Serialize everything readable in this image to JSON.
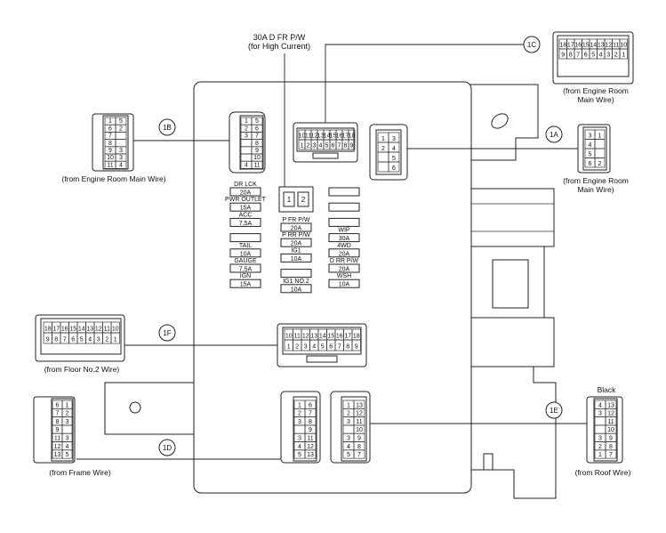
{
  "callouts": {
    "c1A": "1A",
    "c1B": "1B",
    "c1C": "1C",
    "c1D": "1D",
    "c1E": "1E",
    "c1F": "1F"
  },
  "top_label": {
    "line1": "30A D FR P/W",
    "line2": "(for High Current)"
  },
  "captions": {
    "c1A": [
      "(from Engine Room",
      "Main Wire)"
    ],
    "c1B": [
      "(from Engine Room Main Wire)"
    ],
    "c1C": [
      "(from Engine Room",
      "Main Wire)"
    ],
    "c1D": [
      "(from Frame Wire)"
    ],
    "c1E": [
      "(from Roof Wire)"
    ],
    "c1F": [
      "(from Floor No.2 Wire)"
    ],
    "black": "Black"
  },
  "relay": {
    "pins": [
      "1",
      "2"
    ]
  },
  "fuses_left": [
    {
      "name": "DR LCK",
      "amp": "20A"
    },
    {
      "name": "PWR OUTLET",
      "amp": "15A"
    },
    {
      "name": "ACC",
      "amp": "7.5A"
    },
    {
      "name": "",
      "amp": ""
    },
    {
      "name": "TAIL",
      "amp": "10A"
    },
    {
      "name": "GAUGE",
      "amp": "7.5A"
    },
    {
      "name": "IGN",
      "amp": "15A"
    }
  ],
  "fuses_mid": [
    {
      "name": "P FR P/W",
      "amp": "20A"
    },
    {
      "name": "P RR P/W",
      "amp": "20A"
    },
    {
      "name": "IG1",
      "amp": "10A"
    },
    {
      "name": "",
      "amp": ""
    },
    {
      "name": "IG1 NO.2",
      "amp": "10A"
    }
  ],
  "fuses_right": [
    {
      "name": "",
      "amp": ""
    },
    {
      "name": "",
      "amp": ""
    },
    {
      "name": "",
      "amp": ""
    },
    {
      "name": "WIP",
      "amp": "30A"
    },
    {
      "name": "4WD",
      "amp": "20A"
    },
    {
      "name": "D RR P/W",
      "amp": "20A"
    },
    {
      "name": "WSH",
      "amp": "10A"
    }
  ],
  "connectors": {
    "c1C_top": [
      "18",
      "17",
      "16",
      "15",
      "14",
      "13",
      "12",
      "11",
      "10"
    ],
    "c1C_bot": [
      "9",
      "8",
      "7",
      "6",
      "5",
      "4",
      "3",
      "2",
      "1"
    ],
    "c1C_board_top": [
      "10",
      "11",
      "12",
      "13",
      "14",
      "15",
      "16",
      "17",
      "18"
    ],
    "c1C_board_bot": [
      "1",
      "2",
      "3",
      "4",
      "5",
      "6",
      "7",
      "8",
      "9"
    ],
    "c1F_top": [
      "18",
      "17",
      "16",
      "15",
      "14",
      "13",
      "12",
      "11",
      "10"
    ],
    "c1F_bot": [
      "9",
      "8",
      "7",
      "6",
      "5",
      "4",
      "3",
      "2",
      "1"
    ],
    "c1F_board_top": [
      "10",
      "11",
      "12",
      "13",
      "14",
      "15",
      "16",
      "17",
      "18"
    ],
    "c1F_board_bot": [
      "1",
      "2",
      "3",
      "4",
      "5",
      "6",
      "7",
      "8",
      "9"
    ],
    "c1B_left": [
      "1",
      "6",
      "7",
      "8",
      "9",
      "10",
      "11"
    ],
    "c1B_right": [
      "5",
      "2",
      "",
      "",
      "3",
      "3",
      "4"
    ],
    "c1B_board_left": [
      "1",
      "2",
      "3",
      "",
      "",
      "",
      "4"
    ],
    "c1B_board_right": [
      "5",
      "6",
      "7",
      "8",
      "9",
      "10",
      "11"
    ],
    "c1A_left": [
      "3",
      "4",
      "5",
      "6"
    ],
    "c1A_right": [
      "1",
      "",
      "",
      "2"
    ],
    "c1A_board_left": [
      "1",
      "2",
      "",
      ""
    ],
    "c1A_board_right": [
      "3",
      "4",
      "5",
      "6"
    ],
    "c1D_left": [
      "6",
      "7",
      "8",
      "9",
      "11",
      "12",
      "13"
    ],
    "c1D_right": [
      "1",
      "2",
      "3",
      "",
      "3",
      "4",
      "5"
    ],
    "c1D_board_left": [
      "1",
      "2",
      "3",
      "",
      "3",
      "4",
      "5"
    ],
    "c1D_board_right": [
      "6",
      "7",
      "8",
      "9",
      "11",
      "12",
      "13"
    ],
    "c1E_left": [
      "4",
      "3",
      "",
      "",
      "3",
      "2",
      "1"
    ],
    "c1E_right": [
      "13",
      "12",
      "11",
      "10",
      "9",
      "8",
      "7"
    ],
    "c1E_board_left": [
      "1",
      "2",
      "3",
      "",
      "3",
      "4",
      "5"
    ],
    "c1E_board_right": [
      "13",
      "12",
      "11",
      "10",
      "9",
      "8",
      "7"
    ]
  }
}
